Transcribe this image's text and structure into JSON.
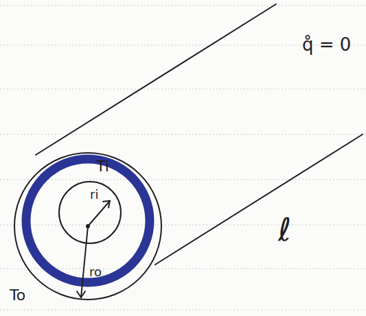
{
  "diagram": {
    "labels": [
      "q̊ = 0",
      "Ti",
      "ri",
      "ro",
      "ℓ",
      "To"
    ]
  }
}
